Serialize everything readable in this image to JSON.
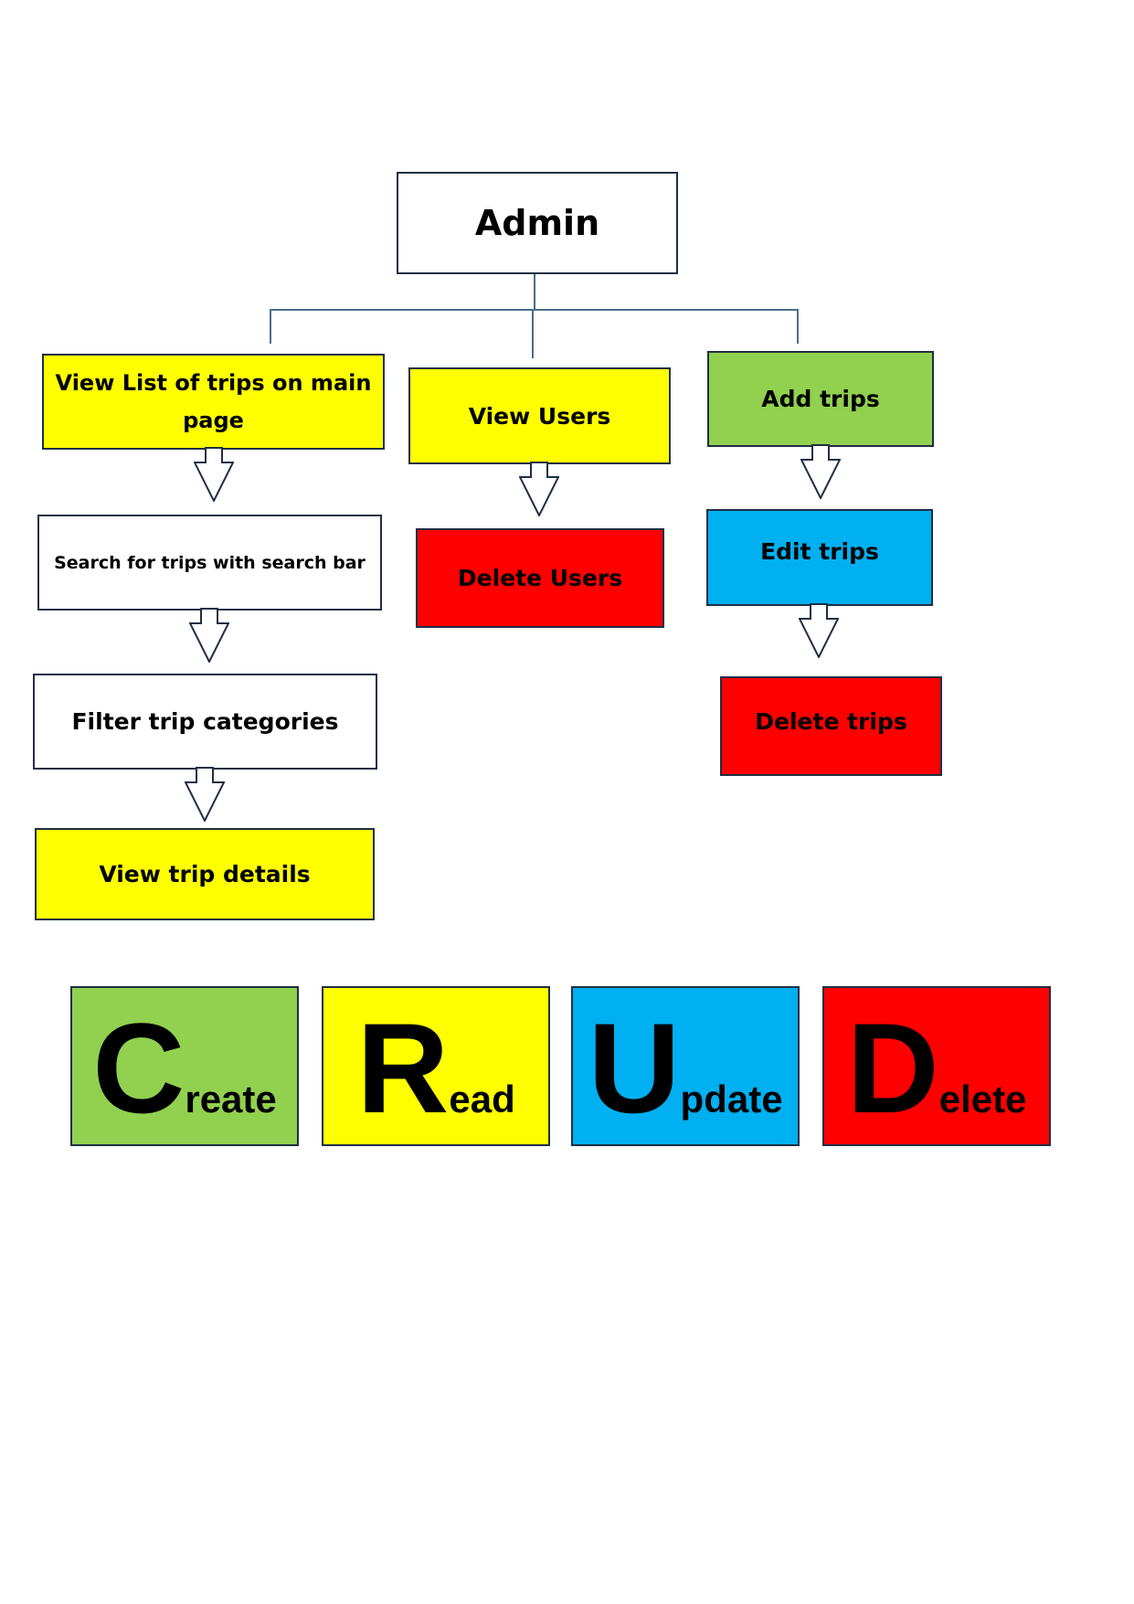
{
  "root": {
    "label": "Admin"
  },
  "column_read_trips": {
    "items": [
      "View List of trips on main page",
      "Search for trips with search bar",
      "Filter trip categories",
      "View trip details"
    ]
  },
  "column_users": {
    "items": [
      "View Users",
      "Delete Users"
    ]
  },
  "column_manage_trips": {
    "items": [
      "Add trips",
      "Edit trips",
      "Delete trips"
    ]
  },
  "crud_legend": [
    {
      "initial": "C",
      "rest": "reate",
      "color": "#92d050"
    },
    {
      "initial": "R",
      "rest": "ead",
      "color": "#ffff00"
    },
    {
      "initial": "U",
      "rest": "pdate",
      "color": "#00b0f0"
    },
    {
      "initial": "D",
      "rest": "elete",
      "color": "#ff0000"
    }
  ],
  "colors": {
    "yellow": "#ffff00",
    "green": "#92d050",
    "blue": "#00b0f0",
    "red": "#ff0000",
    "border": "#1f2f44"
  }
}
